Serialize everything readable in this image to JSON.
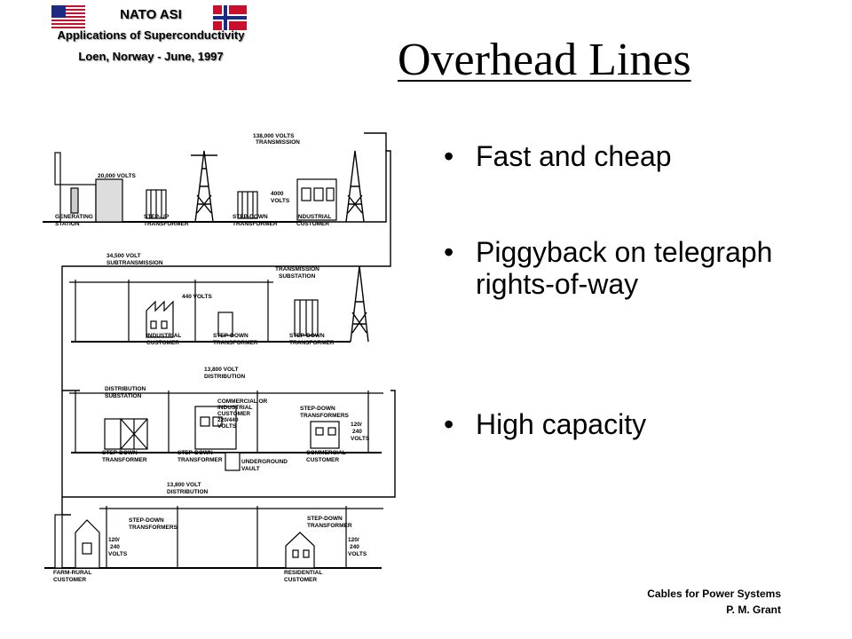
{
  "header": {
    "org": "NATO ASI",
    "course": "Applications of Superconductivity",
    "location": "Loen, Norway - June, 1997",
    "flag_left": "us-flag-icon",
    "flag_right": "norway-flag-icon"
  },
  "title": "Overhead Lines",
  "bullets": [
    "Fast and cheap",
    "Piggyback on telegraph rights-of-way",
    "High capacity"
  ],
  "footer": {
    "line1": "Cables for Power Systems",
    "line2": "P. M. Grant"
  },
  "diagram": {
    "labels": {
      "transmission": "138,000 VOLTS",
      "transmission2": "TRANSMISSION",
      "gen_volts": "20,000 VOLTS",
      "v4000a": "4000",
      "v4000b": "VOLTS",
      "generating1": "GENERATING",
      "generating2": "STATION",
      "stepup1": "STEP-UP",
      "stepup2": "TRANSFORMER",
      "stepdown1a": "STEP-DOWN",
      "stepdown1b": "TRANSFORMER",
      "industrial1a": "INDUSTRIAL",
      "industrial1b": "CUSTOMER",
      "subtrans1": "34,500 VOLT",
      "subtrans2": "SUBTRANSMISSION",
      "transsub1": "TRANSMISSION",
      "transsub2": "SUBSTATION",
      "v440": "440 VOLTS",
      "industrial2a": "INDUSTRIAL",
      "industrial2b": "CUSTOMER",
      "stepdown2a": "STEP-DOWN",
      "stepdown2b": "TRANSFORMER",
      "stepdown3a": "STEP-DOWN",
      "stepdown3b": "TRANSFORMER",
      "dist1": "13,800 VOLT",
      "dist2": "DISTRIBUTION",
      "distsub1": "DISTRIBUTION",
      "distsub2": "SUBSTATION",
      "commind1": "COMMERCIAL OR",
      "commind2": "INDUSTRIAL",
      "commind3": "CUSTOMER",
      "commind4": "220/440",
      "commind5": "VOLTS",
      "stepdowns1": "STEP-DOWN",
      "stepdowns2": "TRANSFORMERS",
      "v120a": "120/",
      "v120b": "240",
      "v120c": "VOLTS",
      "sd4a": "STEP-DOWN",
      "sd4b": "TRANSFORMER",
      "sd5a": "STEP-DOWN",
      "sd5b": "TRANSFORMER",
      "vault1": "UNDERGROUND",
      "vault2": "VAULT",
      "comm1": "COMMERCIAL",
      "comm2": "CUSTOMER",
      "dist3": "13,800 VOLT",
      "dist4": "DISTRIBUTION",
      "sd6a": "STEP-DOWN",
      "sd6b": "TRANSFORMERS",
      "sd7a": "STEP-DOWN",
      "sd7b": "TRANSFORMER",
      "farm_v1": "120/",
      "farm_v2": "240",
      "farm_v3": "VOLTS",
      "res_v1": "120/",
      "res_v2": "240",
      "res_v3": "VOLTS",
      "farm1": "FARM-RURAL",
      "farm2": "CUSTOMER",
      "res1": "RESIDENTIAL",
      "res2": "CUSTOMER"
    }
  }
}
